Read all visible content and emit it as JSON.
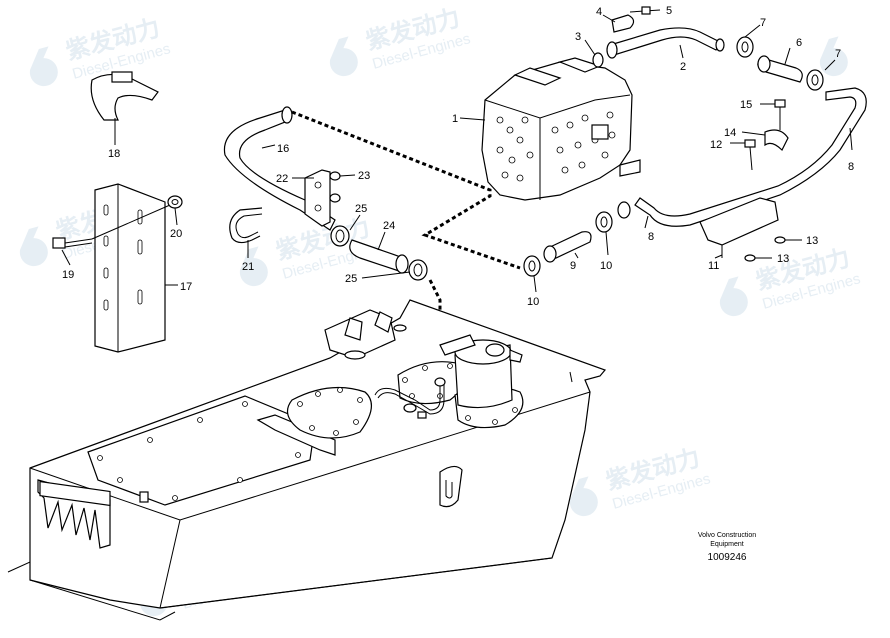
{
  "watermark": {
    "cn_text": "紫发动力",
    "en_text": "Diesel-Engines",
    "color": "#e6eef4"
  },
  "callouts": [
    "1",
    "2",
    "3",
    "4",
    "5",
    "6",
    "7",
    "7",
    "8",
    "8",
    "9",
    "10",
    "10",
    "11",
    "12",
    "13",
    "13",
    "14",
    "15",
    "16",
    "17",
    "18",
    "19",
    "20",
    "21",
    "22",
    "23",
    "24",
    "25",
    "25"
  ],
  "footer": {
    "brand_line1": "Volvo Construction",
    "brand_line2": "Equipment",
    "part_number": "1009246"
  }
}
